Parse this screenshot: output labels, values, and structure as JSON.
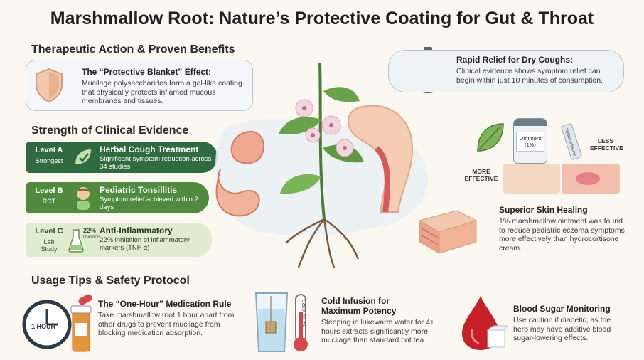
{
  "title": "Marshmallow Root: Nature’s Protective Coating for Gut & Throat",
  "therapeutic": {
    "heading": "Therapeutic Action & Proven Benefits",
    "blanket_title": "The “Protective Blanket” Effect:",
    "blanket_desc": "Mucilage polysaccharides form a gel-like coating that physically protects inflamed mucous membranes and tissues."
  },
  "cough_relief": {
    "title": "Rapid Relief for Dry Coughs:",
    "desc": "Clinical evidence shows symptom relief can begin within just 10 minutes of consumption."
  },
  "evidence": {
    "heading": "Strength of Clinical Evidence",
    "levels": [
      {
        "level": "Level A",
        "sub": "Strongest",
        "title": "Herbal Cough Treatment",
        "desc": "Significant symptom reduction across 34 studies",
        "color": "#2f6b3e"
      },
      {
        "level": "Level B",
        "sub": "RCT",
        "title": "Pediatric Tonsillitis",
        "desc": "Symptom relief achieved within 2 days",
        "color": "#4f8a3e"
      },
      {
        "level": "Level C",
        "sub": "Lab Study",
        "title": "Anti-Inflammatory",
        "desc": "22% inhibition of inflammatory markers (TNF-α)",
        "color": "#93b96a",
        "badge_pct": "22%",
        "badge_text": "inhibition"
      }
    ]
  },
  "skin": {
    "ointment_label": "Ointment (1%)",
    "tube_label": "Hydrocortisone",
    "more_label": "MORE EFFECTIVE",
    "less_label": "LESS EFFECTIVE",
    "title": "Superior Skin Healing",
    "desc": "1% marshmallow ointment was found to reduce pediatric eczema symptoms more effectively than hydrocortisone cream."
  },
  "usage": {
    "heading": "Usage Tips & Safety Protocol",
    "medication": {
      "clock_label": "1 HOUR",
      "title": "The “One-Hour” Medication Rule",
      "desc": "Take marshmallow root 1 hour apart from other drugs to prevent mucilage from blocking medication absorption."
    },
    "infusion": {
      "thermo_label": "4+ HOURS",
      "title": "Cold Infusion for Maximum Potency",
      "desc": "Steeping in lukewarm water for 4+ hours extracts significantly more mucilage than standard hot tea."
    },
    "blood_sugar": {
      "title": "Blood Sugar Monitoring",
      "desc": "Use caution if diabetic, as the herb may have additive blood sugar-lowering effects."
    }
  },
  "colors": {
    "level_a": "#2f6b3e",
    "level_b": "#4f8a3e",
    "level_c": "#93b96a",
    "accent_red": "#c8202a",
    "bubble_border": "#b9c6cf"
  }
}
